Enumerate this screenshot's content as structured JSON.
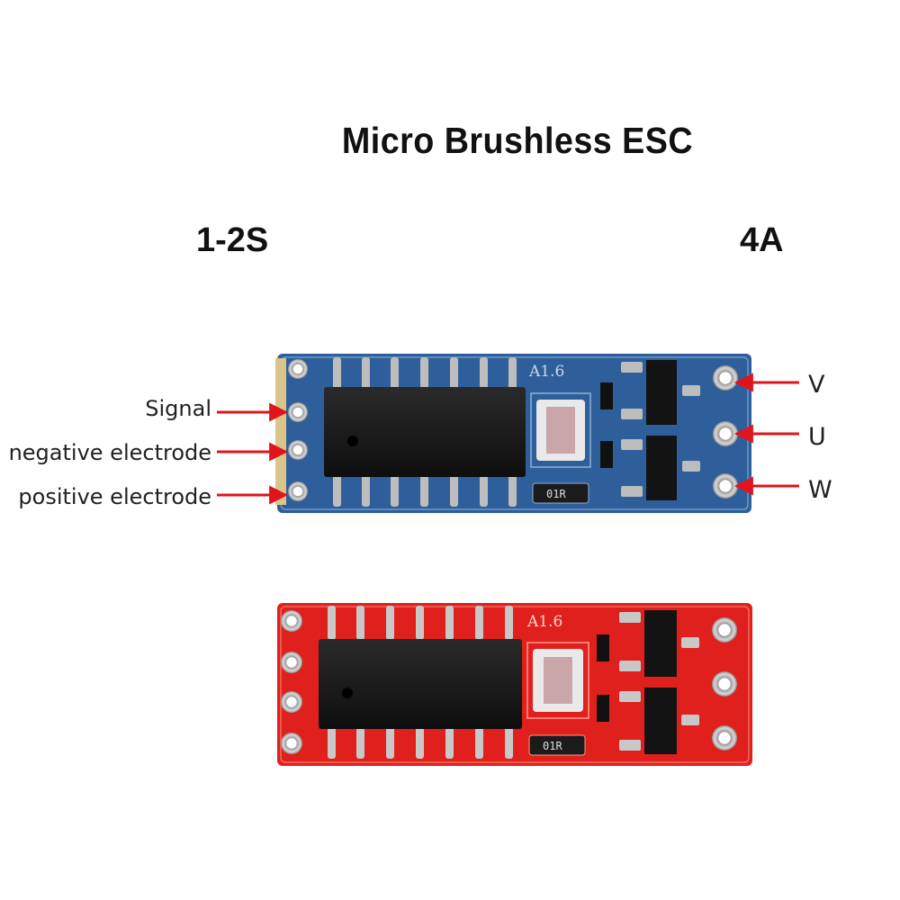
{
  "title": "Micro Brushless ESC",
  "spec_left": "1-2S",
  "spec_right": "4A",
  "pad_labels": {
    "signal": "Signal",
    "negative": "negative electrode",
    "positive": "positive electrode"
  },
  "motor_labels": {
    "v": "V",
    "u": "U",
    "w": "W"
  },
  "board_markings": {
    "silkscreen": "A1.6",
    "resistor": "01R"
  },
  "colors": {
    "blue_board": "#2f5f9a",
    "red_board": "#e0201c",
    "arrow": "#e0141c"
  }
}
